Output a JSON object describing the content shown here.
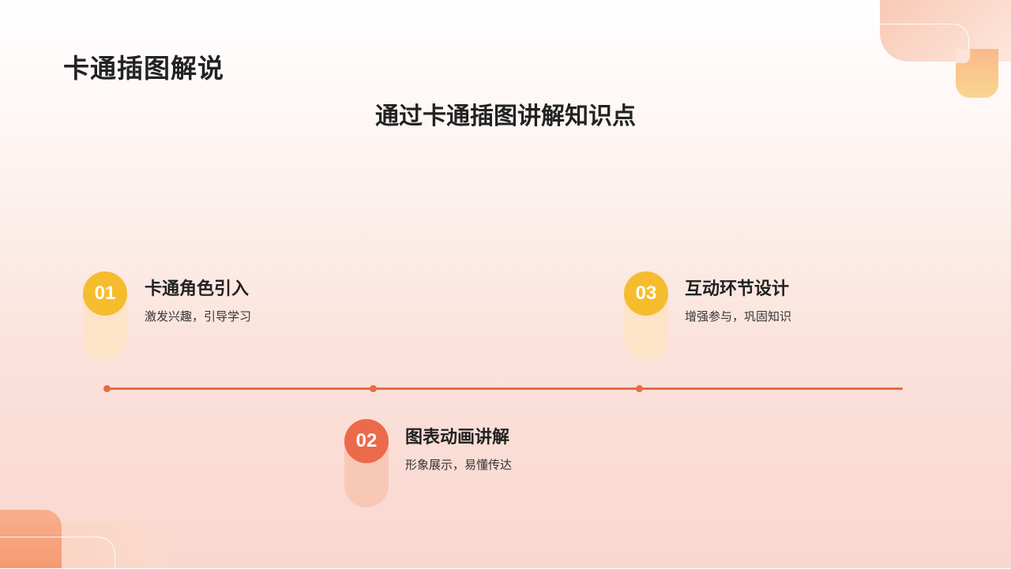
{
  "page": {
    "title": "卡通插图解说",
    "subtitle": "通过卡通插图讲解知识点"
  },
  "colors": {
    "yellow": "#f5bd2e",
    "yellow_light": "#fde3c2",
    "orange": "#ec6a49",
    "orange_light": "#f8c6b6",
    "line": "#ea6a44"
  },
  "steps": [
    {
      "number": "01",
      "title": "卡通角色引入",
      "description": "激发兴趣，引导学习"
    },
    {
      "number": "02",
      "title": "图表动画讲解",
      "description": "形象展示，易懂传达"
    },
    {
      "number": "03",
      "title": "互动环节设计",
      "description": "增强参与，巩固知识"
    }
  ]
}
